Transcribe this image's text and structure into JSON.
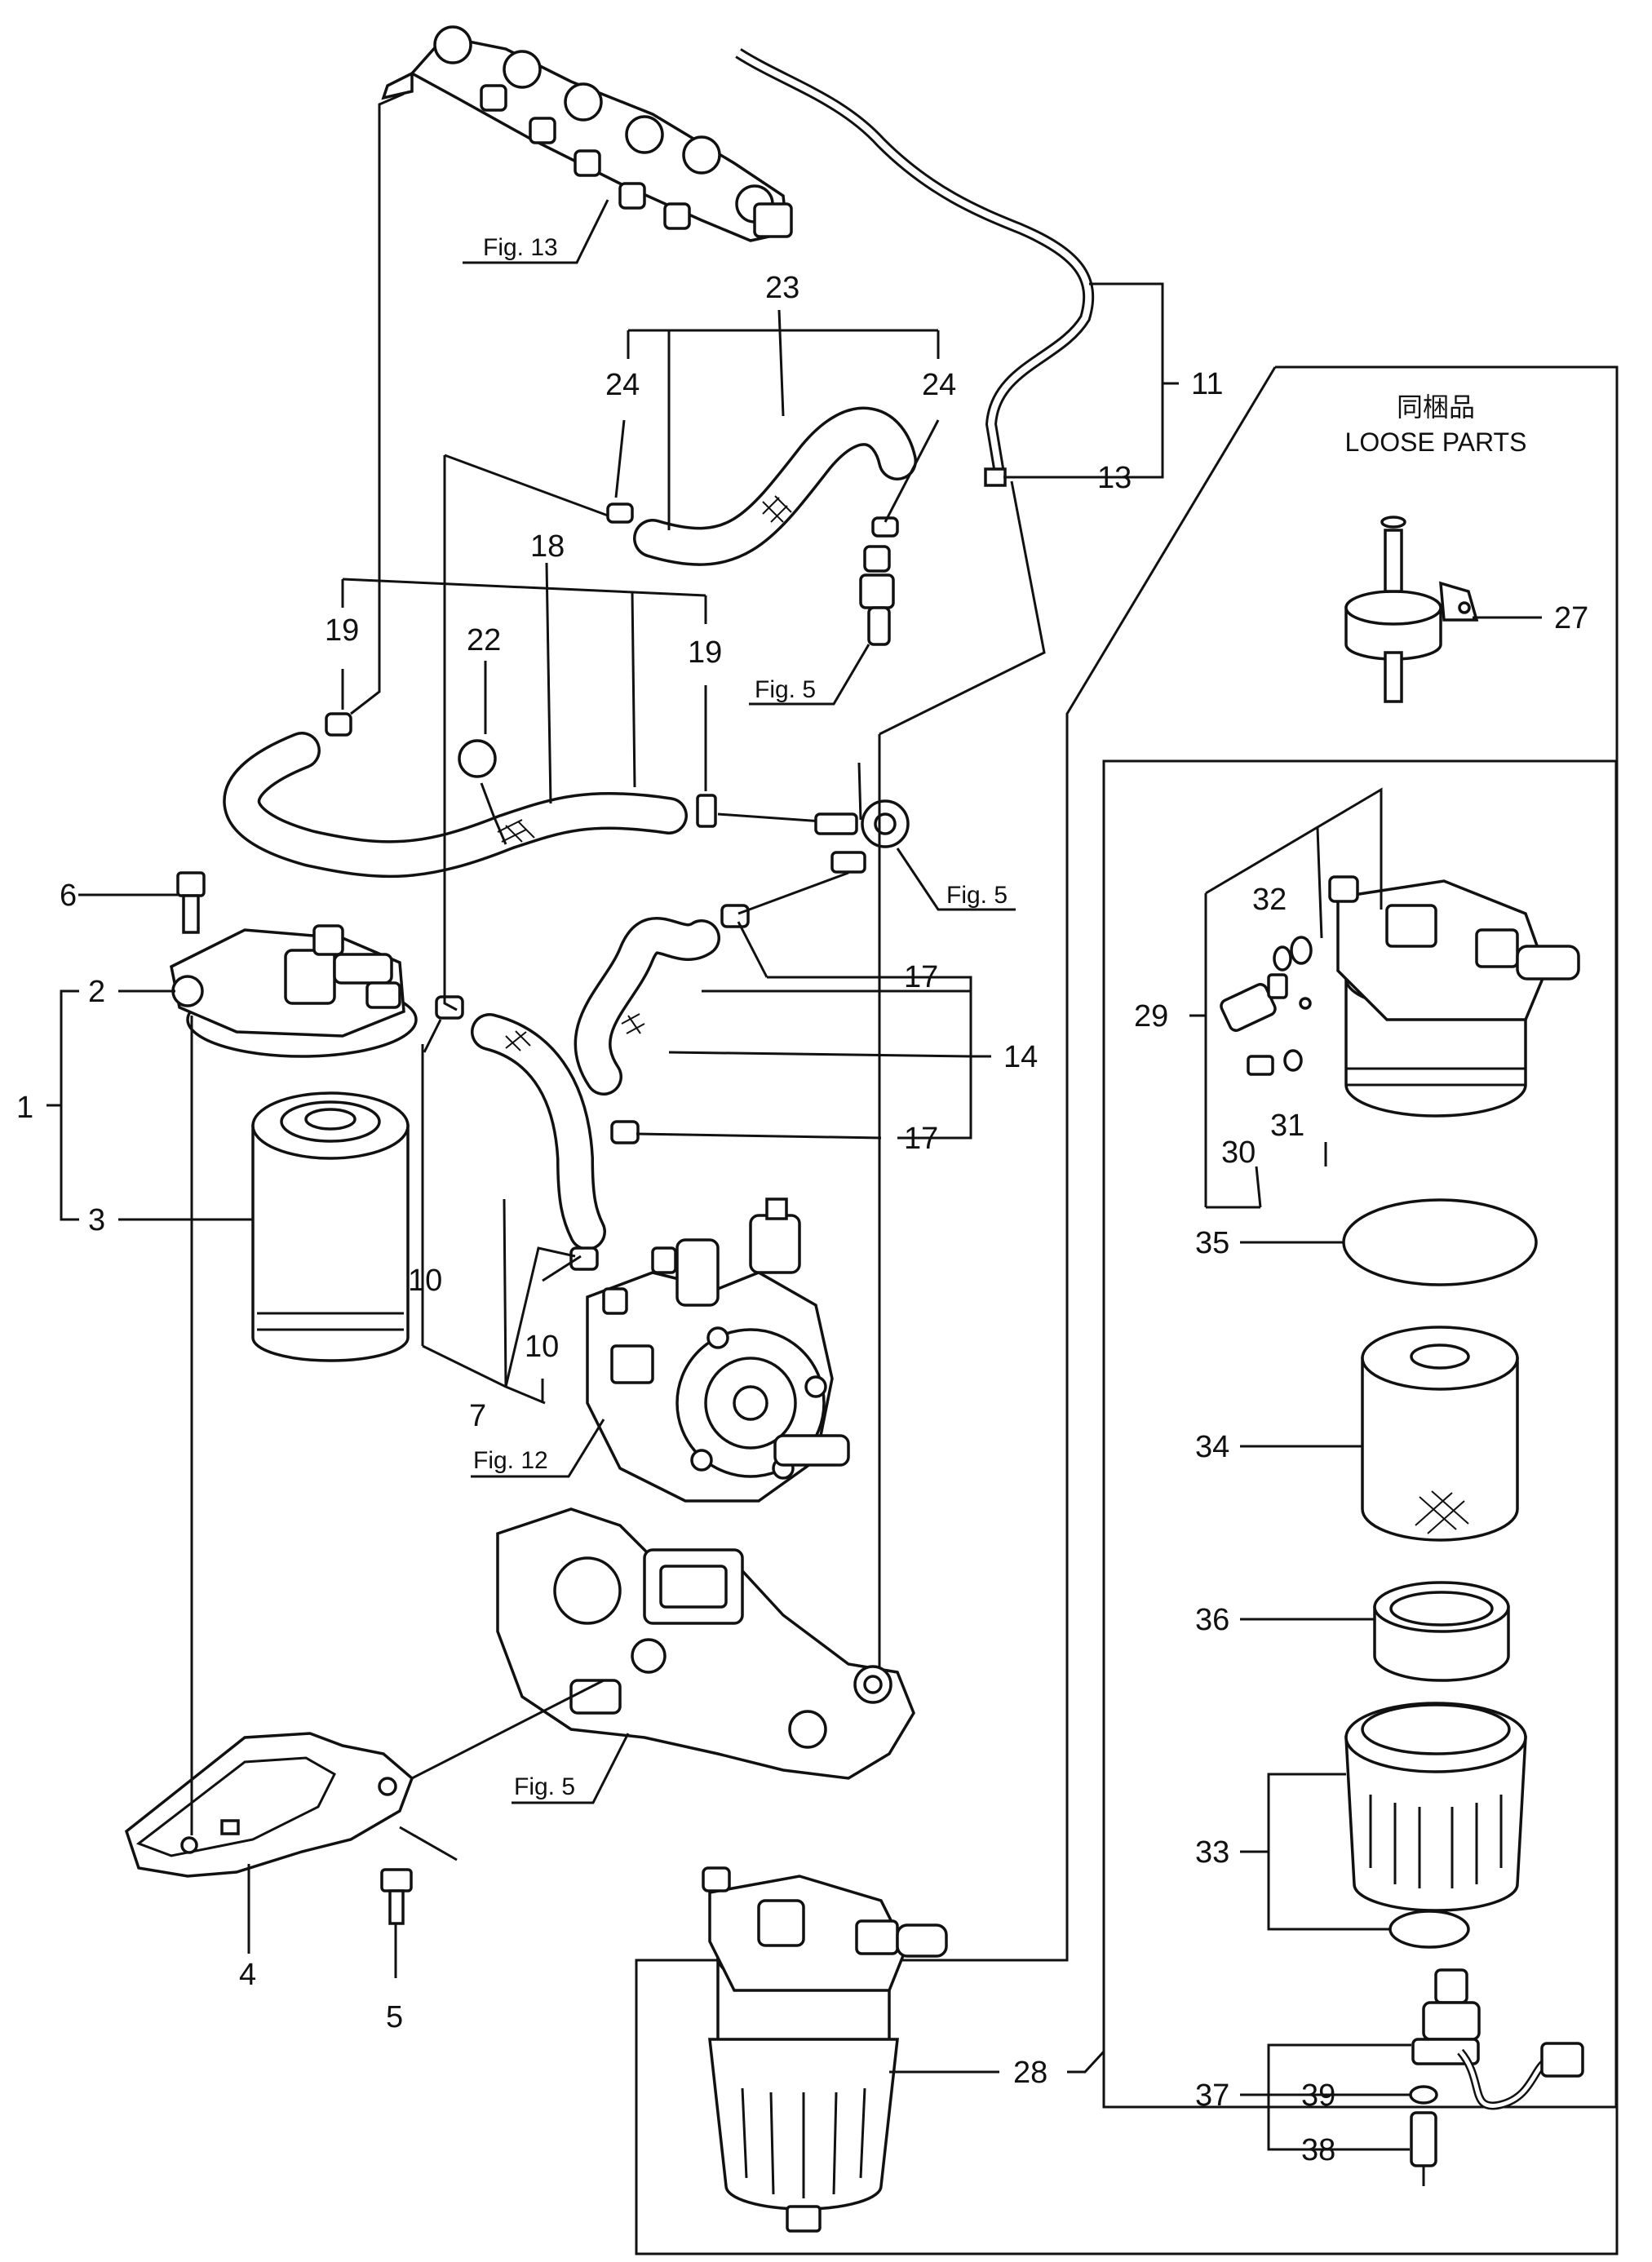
{
  "loose_parts": {
    "title_jp": "同梱品",
    "title_en": "LOOSE PARTS"
  },
  "fig_refs": {
    "rail": "Fig. 13",
    "pipe_upper": "Fig. 5",
    "tee": "Fig. 5",
    "pump": "Fig. 12",
    "housing": "Fig. 5"
  },
  "callouts": {
    "n1": "1",
    "n2": "2",
    "n3": "3",
    "n4": "4",
    "n5": "5",
    "n6": "6",
    "n7": "7",
    "n10a": "10",
    "n10b": "10",
    "n11": "11",
    "n13": "13",
    "n14": "14",
    "n17a": "17",
    "n17b": "17",
    "n18": "18",
    "n19a": "19",
    "n19b": "19",
    "n22": "22",
    "n23": "23",
    "n24a": "24",
    "n24b": "24",
    "n27": "27",
    "n28": "28",
    "n29": "29",
    "n30": "30",
    "n31": "31",
    "n32": "32",
    "n33": "33",
    "n34": "34",
    "n35": "35",
    "n36": "36",
    "n37": "37",
    "n38": "38",
    "n39": "39"
  }
}
